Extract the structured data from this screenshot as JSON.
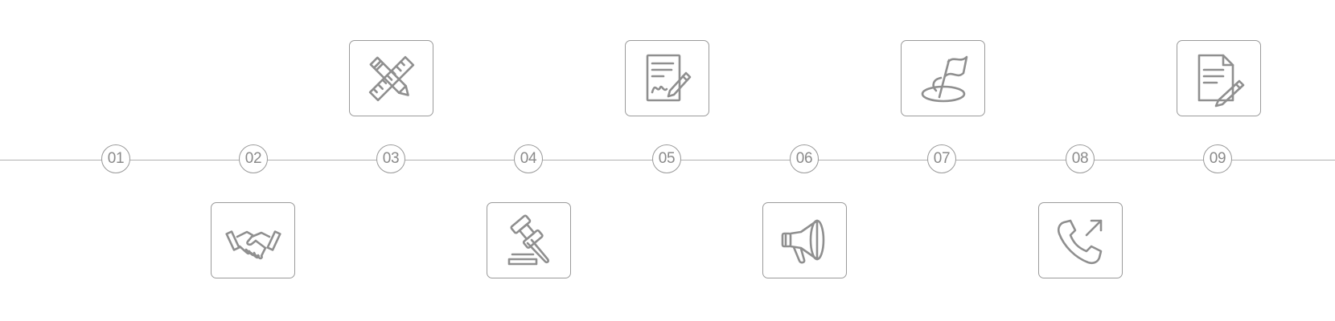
{
  "colors": {
    "line": "#b0b0b0",
    "stroke": "#8f8f8f",
    "text": "#8a8a8a",
    "background": "#ffffff"
  },
  "steps": [
    {
      "number": "01",
      "icon": null
    },
    {
      "number": "02",
      "icon": "handshake-icon"
    },
    {
      "number": "03",
      "icon": "pencil-ruler-icon"
    },
    {
      "number": "04",
      "icon": "gavel-icon"
    },
    {
      "number": "05",
      "icon": "signed-document-icon"
    },
    {
      "number": "06",
      "icon": "megaphone-icon"
    },
    {
      "number": "07",
      "icon": "flag-target-icon"
    },
    {
      "number": "08",
      "icon": "phone-outgoing-icon"
    },
    {
      "number": "09",
      "icon": "document-edit-icon"
    }
  ]
}
